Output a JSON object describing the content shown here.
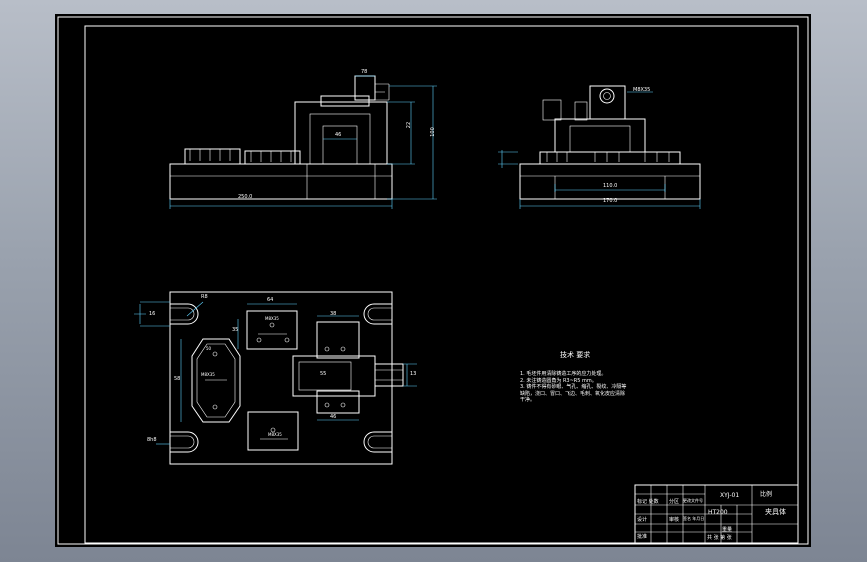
{
  "front_view": {
    "dim_overall_width": "250.0",
    "dim_top_width": "78",
    "dim_inner_width": "46",
    "dim_height_a": "22",
    "dim_height_b": "100"
  },
  "side_view": {
    "thread_callout": "M8X35",
    "dim_inner_width": "110.0",
    "dim_overall_width": "170.0"
  },
  "top_view": {
    "dim_slot_r": "R8",
    "dim_slot_w": "16",
    "dim_pad1_w": "64",
    "dim_pad1_h": "35",
    "pad1_thread": "M8X35",
    "dim_hex": "50",
    "hex_thread": "M8X35",
    "dim_side": "58",
    "dim_clamp_a": "38",
    "dim_clamp_b": "46",
    "dim_clamp_c": "13",
    "dim_clamp_label": "55",
    "pad2_thread": "M8X35",
    "dim_left_bottom": "8h8"
  },
  "notes": {
    "title": "技术 要求",
    "lines": [
      "1.  毛坯件用清除铸造工序的应力处理。",
      "2.  未注铸造圆角为 R3~R5 mm。",
      "3.  铸件不得有砂眼、气孔、缩孔、裂纹、冷隔等",
      "    缺陷，浇口、冒口、飞边、毛刺、氧化皮应清除",
      "    干净。"
    ]
  },
  "title_block": {
    "drawing_no": "XYJ-01",
    "scale_label": "比例",
    "part_name": "夹具体",
    "material": "HT200",
    "designer": "设计",
    "checker": "审核",
    "approve": "批准",
    "weight": "重量",
    "sheet": "共 张 第 张",
    "label_a": "标记 处数",
    "label_b": "分区",
    "label_c": "更改文件号",
    "label_d": "签名 年月日"
  }
}
